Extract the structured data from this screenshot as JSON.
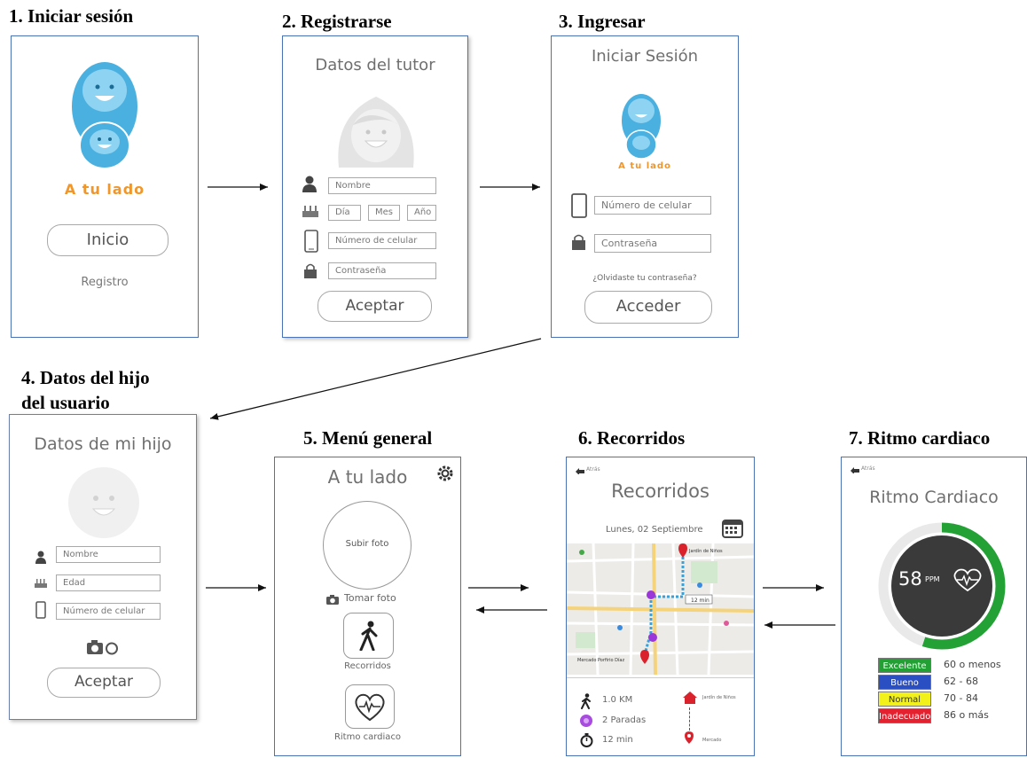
{
  "captions": {
    "c1": "1. Iniciar sesión",
    "c2": "2. Registrarse",
    "c3": "3. Ingresar",
    "c4_line1": "4. Datos del hijo",
    "c4_line2": "del usuario",
    "c5": "5. Menú general",
    "c6": "6. Recorridos",
    "c7": "7. Ritmo cardiaco"
  },
  "screen1": {
    "logo_text": "A tu lado",
    "start_button": "Inicio",
    "register_link": "Registro"
  },
  "screen2": {
    "title": "Datos del tutor",
    "name_field": "Nombre",
    "day_field": "Día",
    "month_field": "Mes",
    "year_field": "Año",
    "phone_field": "Número de celular",
    "password_field": "Contraseña",
    "accept_button": "Aceptar"
  },
  "screen3": {
    "title": "Iniciar Sesión",
    "logo_text": "A tu lado",
    "phone_field": "Número de celular",
    "password_field": "Contraseña",
    "forgot_link": "¿Olvidaste tu contraseña?",
    "login_button": "Acceder"
  },
  "screen4": {
    "title": "Datos de mi hijo",
    "name_field": "Nombre",
    "age_field": "Edad",
    "phone_field": "Número de celular",
    "accept_button": "Aceptar"
  },
  "screen5": {
    "title": "A tu lado",
    "upload_photo": "Subir foto",
    "take_photo": "Tomar foto",
    "routes_label": "Recorridos",
    "heart_label": "Ritmo cardiaco"
  },
  "screen6": {
    "back_label": "Atrás",
    "title": "Recorridos",
    "date": "Lunes, 02 Septiembre",
    "distance": "1.0 KM",
    "stops": "2 Paradas",
    "time": "12 min",
    "origin": "Jardín de Niños",
    "destination": "Mercado",
    "map_place_1": "Mercado Porfirio Díaz",
    "map_place_2": "Jardín de Niños",
    "map_time_badge": "12 min"
  },
  "screen7": {
    "back_label": "Atrás",
    "title": "Ritmo Cardiaco",
    "bpm_value": "58",
    "bpm_unit": "PPM",
    "gauge_fraction": 0.55,
    "levels": [
      {
        "label": "Excelente",
        "range": "60 o menos",
        "color": "#22a033"
      },
      {
        "label": "Bueno",
        "range": "62 - 68",
        "color": "#2a4fc2"
      },
      {
        "label": "Normal",
        "range": "70 - 84",
        "color": "#f2f21a"
      },
      {
        "label": "Inadecuado",
        "range": "86 o más",
        "color": "#e3212f"
      }
    ]
  },
  "colors": {
    "logo_blue": "#4ab0e0",
    "logo_orange": "#f0962a",
    "screen_border": "#4a73b5",
    "gauge_green": "#23a135",
    "gauge_dark": "#3a3a3a"
  }
}
